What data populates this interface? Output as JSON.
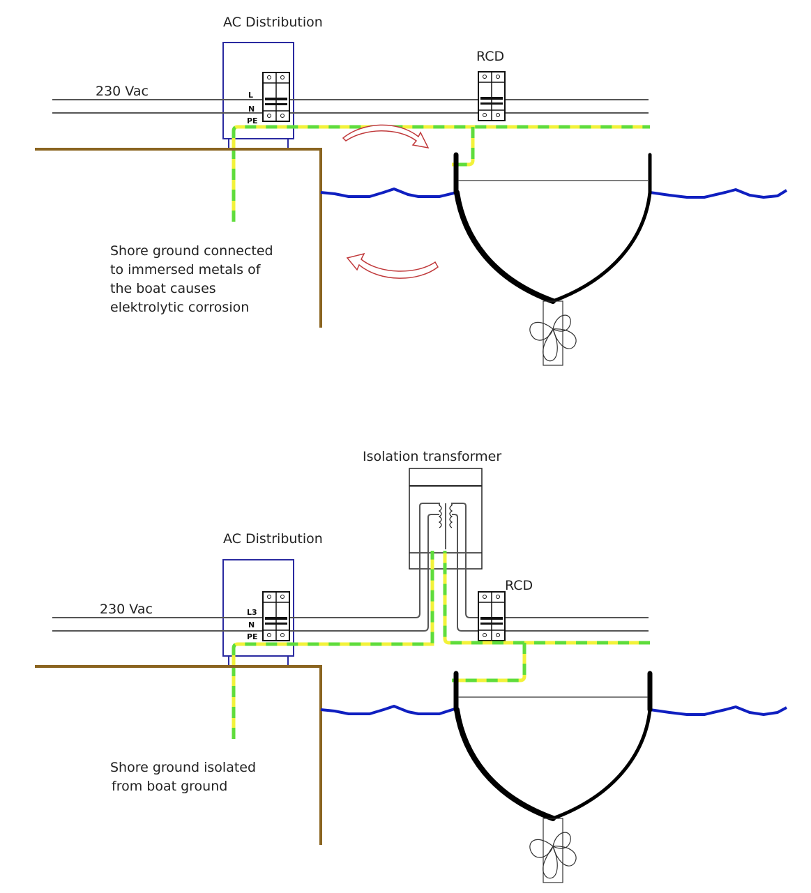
{
  "diagram_top": {
    "distribution_label": "AC Distribution",
    "voltage_label": "230 Vac",
    "rcd_label": "RCD",
    "terminal_labels": [
      "L",
      "N",
      "PE"
    ],
    "caption_lines": [
      "Shore ground connected",
      "to immersed metals of",
      "the boat causes",
      "elektrolytic corrosion"
    ]
  },
  "diagram_bottom": {
    "transformer_label": "Isolation transformer",
    "distribution_label": "AC Distribution",
    "voltage_label": "230 Vac",
    "rcd_label": "RCD",
    "terminal_labels": [
      "L3",
      "N",
      "PE"
    ],
    "caption_lines": [
      "Shore ground isolated",
      "from boat ground"
    ]
  },
  "colors": {
    "shore": "#8a6420",
    "water": "#0f1fc0",
    "pe_yellow": "#f2f23a",
    "pe_green": "#5fdc3c",
    "distribution_box": "#2a2aa0",
    "current_arrow": "#c0393b"
  }
}
